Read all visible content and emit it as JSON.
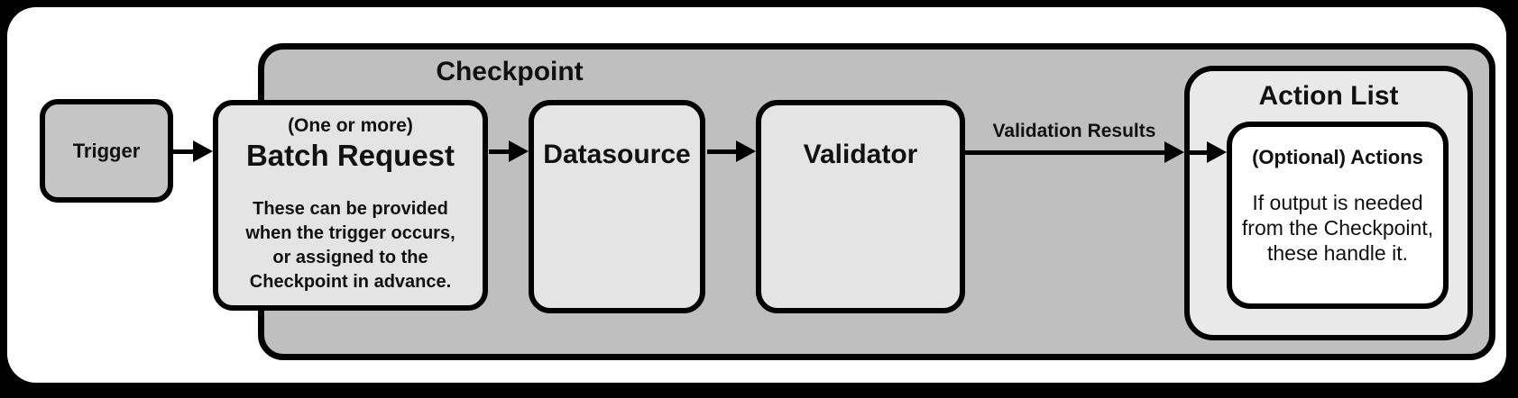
{
  "trigger": {
    "label": "Trigger"
  },
  "checkpoint": {
    "title": "Checkpoint",
    "batch_request": {
      "qualifier": "(One or more)",
      "title": "Batch Request",
      "note": "These can be provided\nwhen the trigger occurs,\nor assigned to the\nCheckpoint in advance."
    },
    "datasource": {
      "title": "Datasource"
    },
    "validator": {
      "title": "Validator"
    },
    "action_list": {
      "title": "Action List",
      "actions": {
        "title": "(Optional) Actions",
        "note": "If output is needed\nfrom the Checkpoint,\nthese handle it."
      }
    }
  },
  "edges": {
    "validation_results_label": "Validation Results"
  },
  "colors": {
    "line_black": "#000000",
    "canvas_white": "#ffffff",
    "checkpoint_gray": "#bfbfbf",
    "trigger_gray": "#c5c5c5",
    "node_gray": "#e4e4e4",
    "actionlist_gray": "#e9e9e9",
    "optional_white": "#ffffff"
  }
}
